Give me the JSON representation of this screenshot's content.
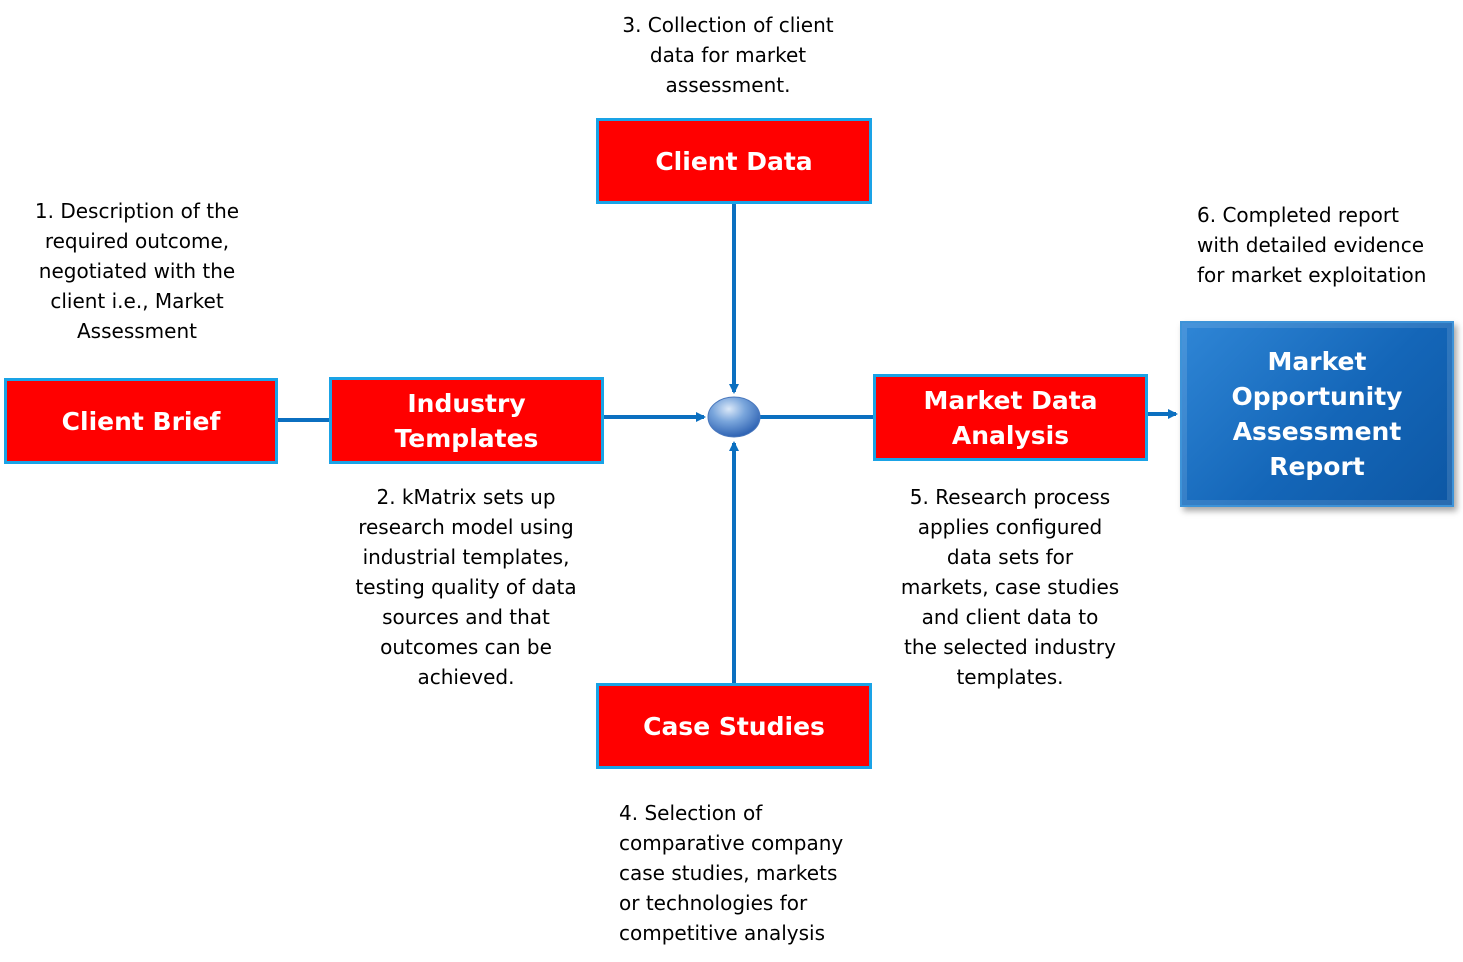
{
  "colors": {
    "box_fill": "#ff0000",
    "box_border": "#1aa3e6",
    "connector": "#0b6fc0",
    "report_fill": "#1466b8",
    "node_fill": "#5b8fd1"
  },
  "boxes": {
    "client_brief": "Client Brief",
    "industry_templates": "Industry\nTemplates",
    "client_data": "Client Data",
    "market_data_analysis": "Market Data\nAnalysis",
    "case_studies": "Case Studies"
  },
  "report": {
    "label": "Market\nOpportunity\nAssessment\nReport"
  },
  "notes": {
    "step1": "1. Description of the\nrequired outcome,\nnegotiated with the\nclient i.e., Market\nAssessment",
    "step2": "2. kMatrix sets up\nresearch model using\nindustrial templates,\ntesting quality of data\nsources and that\noutcomes can be\nachieved.",
    "step3": "3. Collection of client\ndata for market\nassessment.",
    "step4": "4. Selection of\ncomparative company\ncase studies, markets\nor technologies for\ncompetitive analysis",
    "step5": "5. Research process\napplies configured\ndata sets for\nmarkets, case studies\nand client data to\nthe selected industry\ntemplates.",
    "step6": "6. Completed report\nwith detailed evidence\nfor market exploitation"
  }
}
